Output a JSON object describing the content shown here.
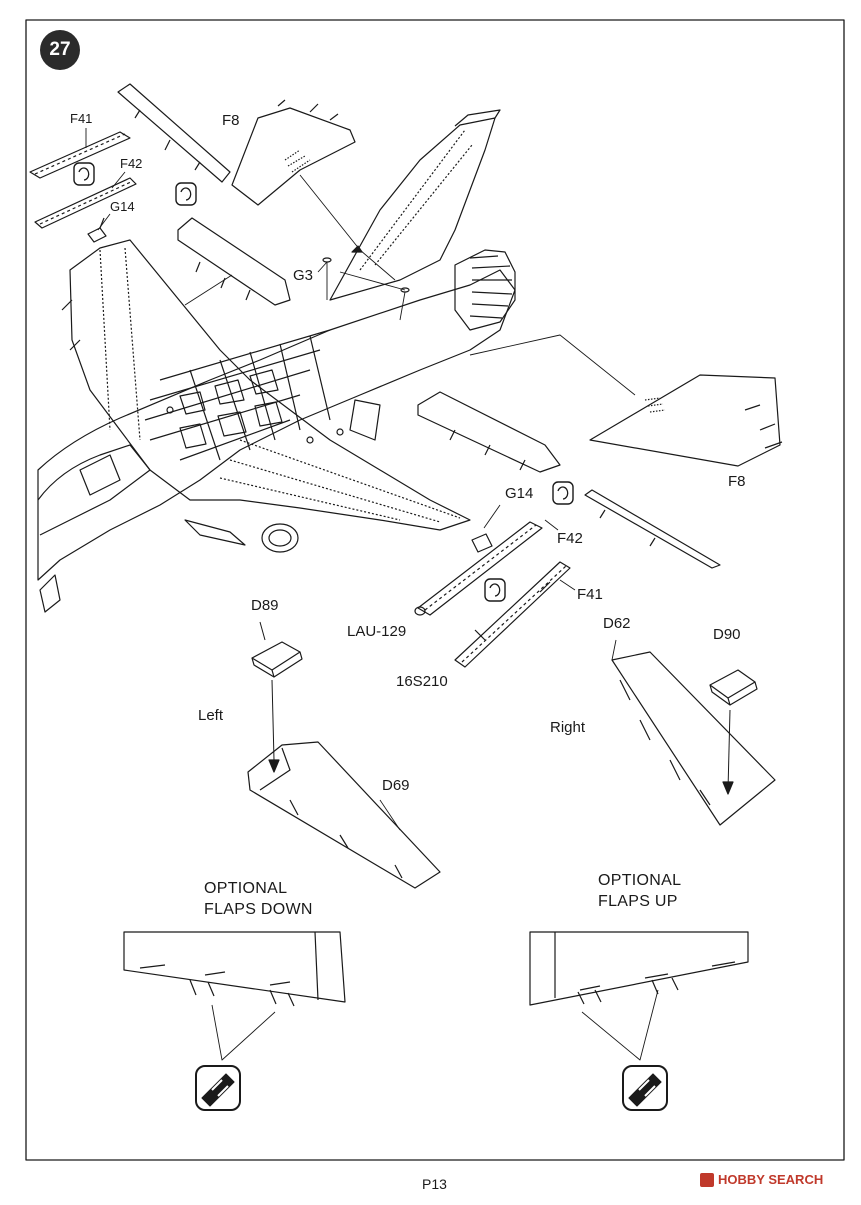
{
  "step": {
    "number": "27"
  },
  "labels": {
    "f41_top": "F41",
    "f42_top": "F42",
    "g14_top": "G14",
    "f8_top": "F8",
    "g3": "G3",
    "f8_right": "F8",
    "g14_right": "G14",
    "f42_right": "F42",
    "f41_right": "F41",
    "lau129": "LAU-129",
    "s16s210": "16S210",
    "d89": "D89",
    "d62": "D62",
    "d90": "D90",
    "d69": "D69",
    "left": "Left",
    "right": "Right"
  },
  "options": {
    "down": "OPTIONAL\nFLAPS DOWN",
    "up": "OPTIONAL\nFLAPS UP"
  },
  "icons": {
    "rotate": "rotate-both-sides-icon",
    "attention": "attention-glue-icon"
  },
  "footer": {
    "page": "P13",
    "watermark": "HOBBY SEARCH"
  },
  "colors": {
    "ink": "#1a1a1a",
    "watermark": "#c0392b"
  }
}
